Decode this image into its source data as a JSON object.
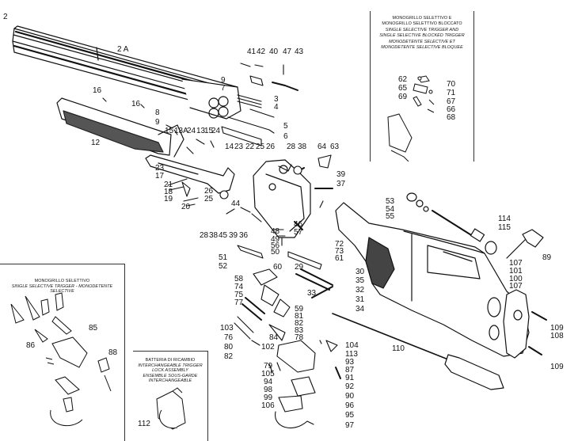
{
  "diagram": {
    "type": "exploded-parts-view",
    "subject": "over-under shotgun",
    "colors": {
      "line": "#111111",
      "background": "#ffffff",
      "inset_border": "#333333"
    },
    "main_labels": [
      "2",
      "2 A",
      "16",
      "16",
      "8",
      "9",
      "12",
      "15",
      "13A",
      "24",
      "13",
      "15",
      "24",
      "41",
      "42",
      "40",
      "47",
      "43",
      "9",
      "7",
      "3",
      "4",
      "5",
      "6",
      "14",
      "23",
      "22",
      "25",
      "26",
      "28",
      "38",
      "64",
      "63",
      "23",
      "17",
      "21",
      "18",
      "19",
      "20",
      "26",
      "25",
      "39",
      "37",
      "44",
      "28",
      "38",
      "45",
      "39",
      "36",
      "46",
      "48",
      "49",
      "57",
      "56",
      "50",
      "51",
      "52",
      "60",
      "61",
      "72",
      "73",
      "29",
      "30",
      "35",
      "32",
      "31",
      "34",
      "58",
      "74",
      "75",
      "77",
      "33",
      "59",
      "81",
      "82",
      "83",
      "78",
      "103",
      "76",
      "80",
      "82",
      "84",
      "102",
      "104",
      "113",
      "79",
      "93",
      "87",
      "105",
      "91",
      "94",
      "92",
      "98",
      "90",
      "99",
      "96",
      "106",
      "95",
      "97",
      "53",
      "54",
      "55",
      "114",
      "115",
      "89",
      "107",
      "101",
      "100",
      "107",
      "109",
      "108",
      "109",
      "110"
    ],
    "insets": {
      "top_right": {
        "title_it": [
          "MONOGRILLO SELETTIVO E",
          "MONOGRILLO SELETTIVO BLOCCATO"
        ],
        "title_en": [
          "SINGLE SELECTIVE TRIGGER AND",
          "SINGLE SELECTIVE BLOCKED TRIGGER"
        ],
        "title_fr": [
          "MONODETENTE SELECTIVE ET",
          "MONODETENTE SELECTIVE BLOQUEE"
        ],
        "labels": [
          "62",
          "70",
          "65",
          "71",
          "69",
          "67",
          "66",
          "68"
        ]
      },
      "bottom_left": {
        "title_it": "MONOGRILLO SELETTIVO",
        "title_en": "SINGLE SELECTIVE TRIGGER - MONODETENTE SELECTIVE",
        "labels": [
          "85",
          "86",
          "88"
        ]
      },
      "bottom_center": {
        "title_it": "BATTERIA DI RICAMBIO",
        "title_en": [
          "INTERCHANGEABLE TRIGGER",
          "LOCK ASSEMBLY"
        ],
        "title_fr": [
          "ENSEMBLE SOUS-GARDE",
          "INTERCHANGEABLE"
        ],
        "labels": [
          "112"
        ]
      }
    }
  }
}
